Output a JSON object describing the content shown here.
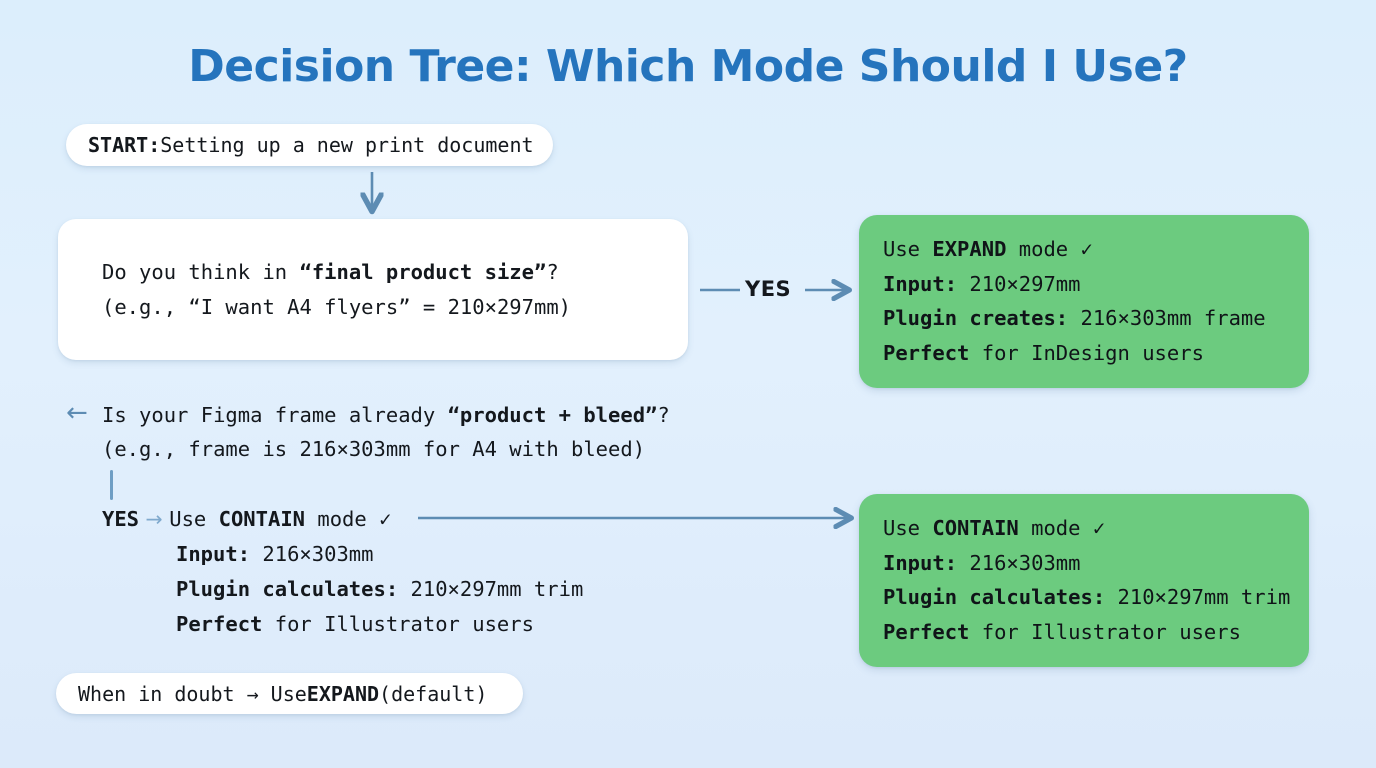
{
  "page": {
    "title": "Decision Tree: Which Mode Should I Use?",
    "background_color": "#dceefc",
    "title_color": "#2574bd",
    "accent_color": "#5d8cb3",
    "success_color": "#6ccb7f"
  },
  "start": {
    "label_bold": "START:",
    "text": " Setting up a new print document"
  },
  "decision": {
    "line1_pre": "Do you think in ",
    "line1_bold": "“final product size”",
    "line1_post": "?",
    "line2": "(e.g., “I want A4 flyers” = 210×297mm)"
  },
  "edge_yes": {
    "label": "YES"
  },
  "expand_result": {
    "line1_pre": "Use ",
    "line1_bold": "EXPAND",
    "line1_post": " mode ✓",
    "line2_bold": "Input:",
    "line2_text": " 210×297mm",
    "line3_bold": "Plugin creates:",
    "line3_text": " 216×303mm frame",
    "line4_bold": "Perfect",
    "line4_text": " for InDesign users"
  },
  "branch": {
    "back_arrow": "←",
    "q_line1_pre": "Is your Figma frame already ",
    "q_line1_bold": "“product + bleed”",
    "q_line1_post": "?",
    "q_line2": "(e.g., frame is 216×303mm for A4 with bleed)",
    "yes_bold": "YES",
    "yes_arrow": " → ",
    "yes_pre": "Use ",
    "yes_mode_bold": "CONTAIN",
    "yes_post": " mode ✓",
    "detail1_bold": "Input:",
    "detail1_text": " 216×303mm",
    "detail2_bold": "Plugin calculates:",
    "detail2_text": " 210×297mm trim",
    "detail3_bold": "Perfect",
    "detail3_text": " for Illustrator users"
  },
  "contain_result": {
    "line1_pre": "Use ",
    "line1_bold": "CONTAIN",
    "line1_post": " mode ✓",
    "line2_bold": "Input:",
    "line2_text": " 216×303mm",
    "line3_bold": "Plugin calculates:",
    "line3_text": " 210×297mm trim",
    "line4_bold": "Perfect",
    "line4_text": " for Illustrator users"
  },
  "footer": {
    "text_pre": "When in doubt → Use ",
    "text_bold": "EXPAND",
    "text_post": " (default)"
  }
}
